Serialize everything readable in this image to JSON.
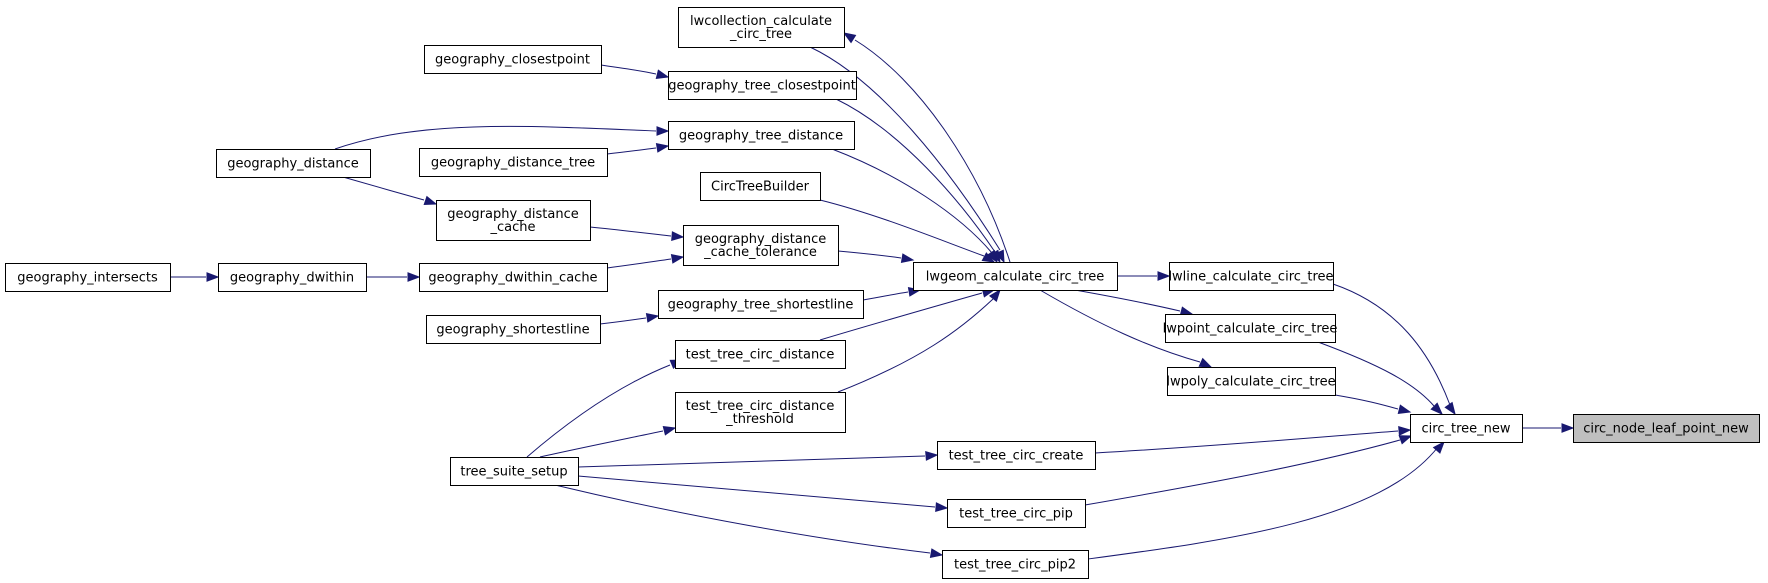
{
  "colors": {
    "edge": "#191970",
    "node_border": "#000000",
    "node_fill": "#ffffff",
    "target_fill": "#bfbfbf"
  },
  "graph": {
    "target": "circ_node_leaf_point_new",
    "nodes": [
      {
        "id": "n_target",
        "lines": [
          "circ_node_leaf_point_new"
        ]
      },
      {
        "id": "n_circ_tree_new",
        "lines": [
          "circ_tree_new"
        ]
      },
      {
        "id": "n_lwline",
        "lines": [
          "lwline_calculate_circ_tree"
        ]
      },
      {
        "id": "n_lwpoint",
        "lines": [
          "lwpoint_calculate_circ_tree"
        ]
      },
      {
        "id": "n_lwpoly",
        "lines": [
          "lwpoly_calculate_circ_tree"
        ]
      },
      {
        "id": "n_tcc_create",
        "lines": [
          "test_tree_circ_create"
        ]
      },
      {
        "id": "n_tcc_pip",
        "lines": [
          "test_tree_circ_pip"
        ]
      },
      {
        "id": "n_tcc_pip2",
        "lines": [
          "test_tree_circ_pip2"
        ]
      },
      {
        "id": "n_lwgeom",
        "lines": [
          "lwgeom_calculate_circ_tree"
        ]
      },
      {
        "id": "n_lwcoll",
        "lines": [
          "lwcollection_calculate",
          "_circ_tree"
        ]
      },
      {
        "id": "n_gtc",
        "lines": [
          "geography_tree_closestpoint"
        ]
      },
      {
        "id": "n_gtd",
        "lines": [
          "geography_tree_distance"
        ]
      },
      {
        "id": "n_ctb",
        "lines": [
          "CircTreeBuilder"
        ]
      },
      {
        "id": "n_gdct",
        "lines": [
          "geography_distance",
          "_cache_tolerance"
        ]
      },
      {
        "id": "n_gts",
        "lines": [
          "geography_tree_shortestline"
        ]
      },
      {
        "id": "n_ttcd",
        "lines": [
          "test_tree_circ_distance"
        ]
      },
      {
        "id": "n_ttcdt",
        "lines": [
          "test_tree_circ_distance",
          "_threshold"
        ]
      },
      {
        "id": "n_gcp",
        "lines": [
          "geography_closestpoint"
        ]
      },
      {
        "id": "n_gd",
        "lines": [
          "geography_distance"
        ]
      },
      {
        "id": "n_gdt",
        "lines": [
          "geography_distance_tree"
        ]
      },
      {
        "id": "n_gdc",
        "lines": [
          "geography_distance",
          "_cache"
        ]
      },
      {
        "id": "n_gdwc",
        "lines": [
          "geography_dwithin_cache"
        ]
      },
      {
        "id": "n_gdw",
        "lines": [
          "geography_dwithin"
        ]
      },
      {
        "id": "n_gi",
        "lines": [
          "geography_intersects"
        ]
      },
      {
        "id": "n_gsl",
        "lines": [
          "geography_shortestline"
        ]
      },
      {
        "id": "n_tss",
        "lines": [
          "tree_suite_setup"
        ]
      }
    ],
    "edges": [
      {
        "from": "n_circ_tree_new",
        "to": "n_target"
      },
      {
        "from": "n_lwline",
        "to": "n_circ_tree_new"
      },
      {
        "from": "n_lwpoint",
        "to": "n_circ_tree_new"
      },
      {
        "from": "n_lwpoly",
        "to": "n_circ_tree_new"
      },
      {
        "from": "n_tcc_create",
        "to": "n_circ_tree_new"
      },
      {
        "from": "n_tcc_pip",
        "to": "n_circ_tree_new"
      },
      {
        "from": "n_tcc_pip2",
        "to": "n_circ_tree_new"
      },
      {
        "from": "n_lwgeom",
        "to": "n_lwline"
      },
      {
        "from": "n_lwgeom",
        "to": "n_lwpoint"
      },
      {
        "from": "n_lwgeom",
        "to": "n_lwpoly"
      },
      {
        "from": "n_lwgeom",
        "to": "n_lwcoll"
      },
      {
        "from": "n_lwcoll",
        "to": "n_lwgeom"
      },
      {
        "from": "n_gtc",
        "to": "n_lwgeom"
      },
      {
        "from": "n_gtd",
        "to": "n_lwgeom"
      },
      {
        "from": "n_ctb",
        "to": "n_lwgeom"
      },
      {
        "from": "n_gdct",
        "to": "n_lwgeom"
      },
      {
        "from": "n_gts",
        "to": "n_lwgeom"
      },
      {
        "from": "n_ttcd",
        "to": "n_lwgeom"
      },
      {
        "from": "n_ttcdt",
        "to": "n_lwgeom"
      },
      {
        "from": "n_gcp",
        "to": "n_gtc"
      },
      {
        "from": "n_gd",
        "to": "n_gtd"
      },
      {
        "from": "n_gdt",
        "to": "n_gtd"
      },
      {
        "from": "n_gd",
        "to": "n_gdc"
      },
      {
        "from": "n_gdc",
        "to": "n_gdct"
      },
      {
        "from": "n_gdwc",
        "to": "n_gdct"
      },
      {
        "from": "n_gdw",
        "to": "n_gdwc"
      },
      {
        "from": "n_gi",
        "to": "n_gdw"
      },
      {
        "from": "n_gsl",
        "to": "n_gts"
      },
      {
        "from": "n_tss",
        "to": "n_ttcd"
      },
      {
        "from": "n_tss",
        "to": "n_ttcdt"
      },
      {
        "from": "n_tss",
        "to": "n_tcc_create"
      },
      {
        "from": "n_tss",
        "to": "n_tcc_pip"
      },
      {
        "from": "n_tss",
        "to": "n_tcc_pip2"
      }
    ]
  }
}
